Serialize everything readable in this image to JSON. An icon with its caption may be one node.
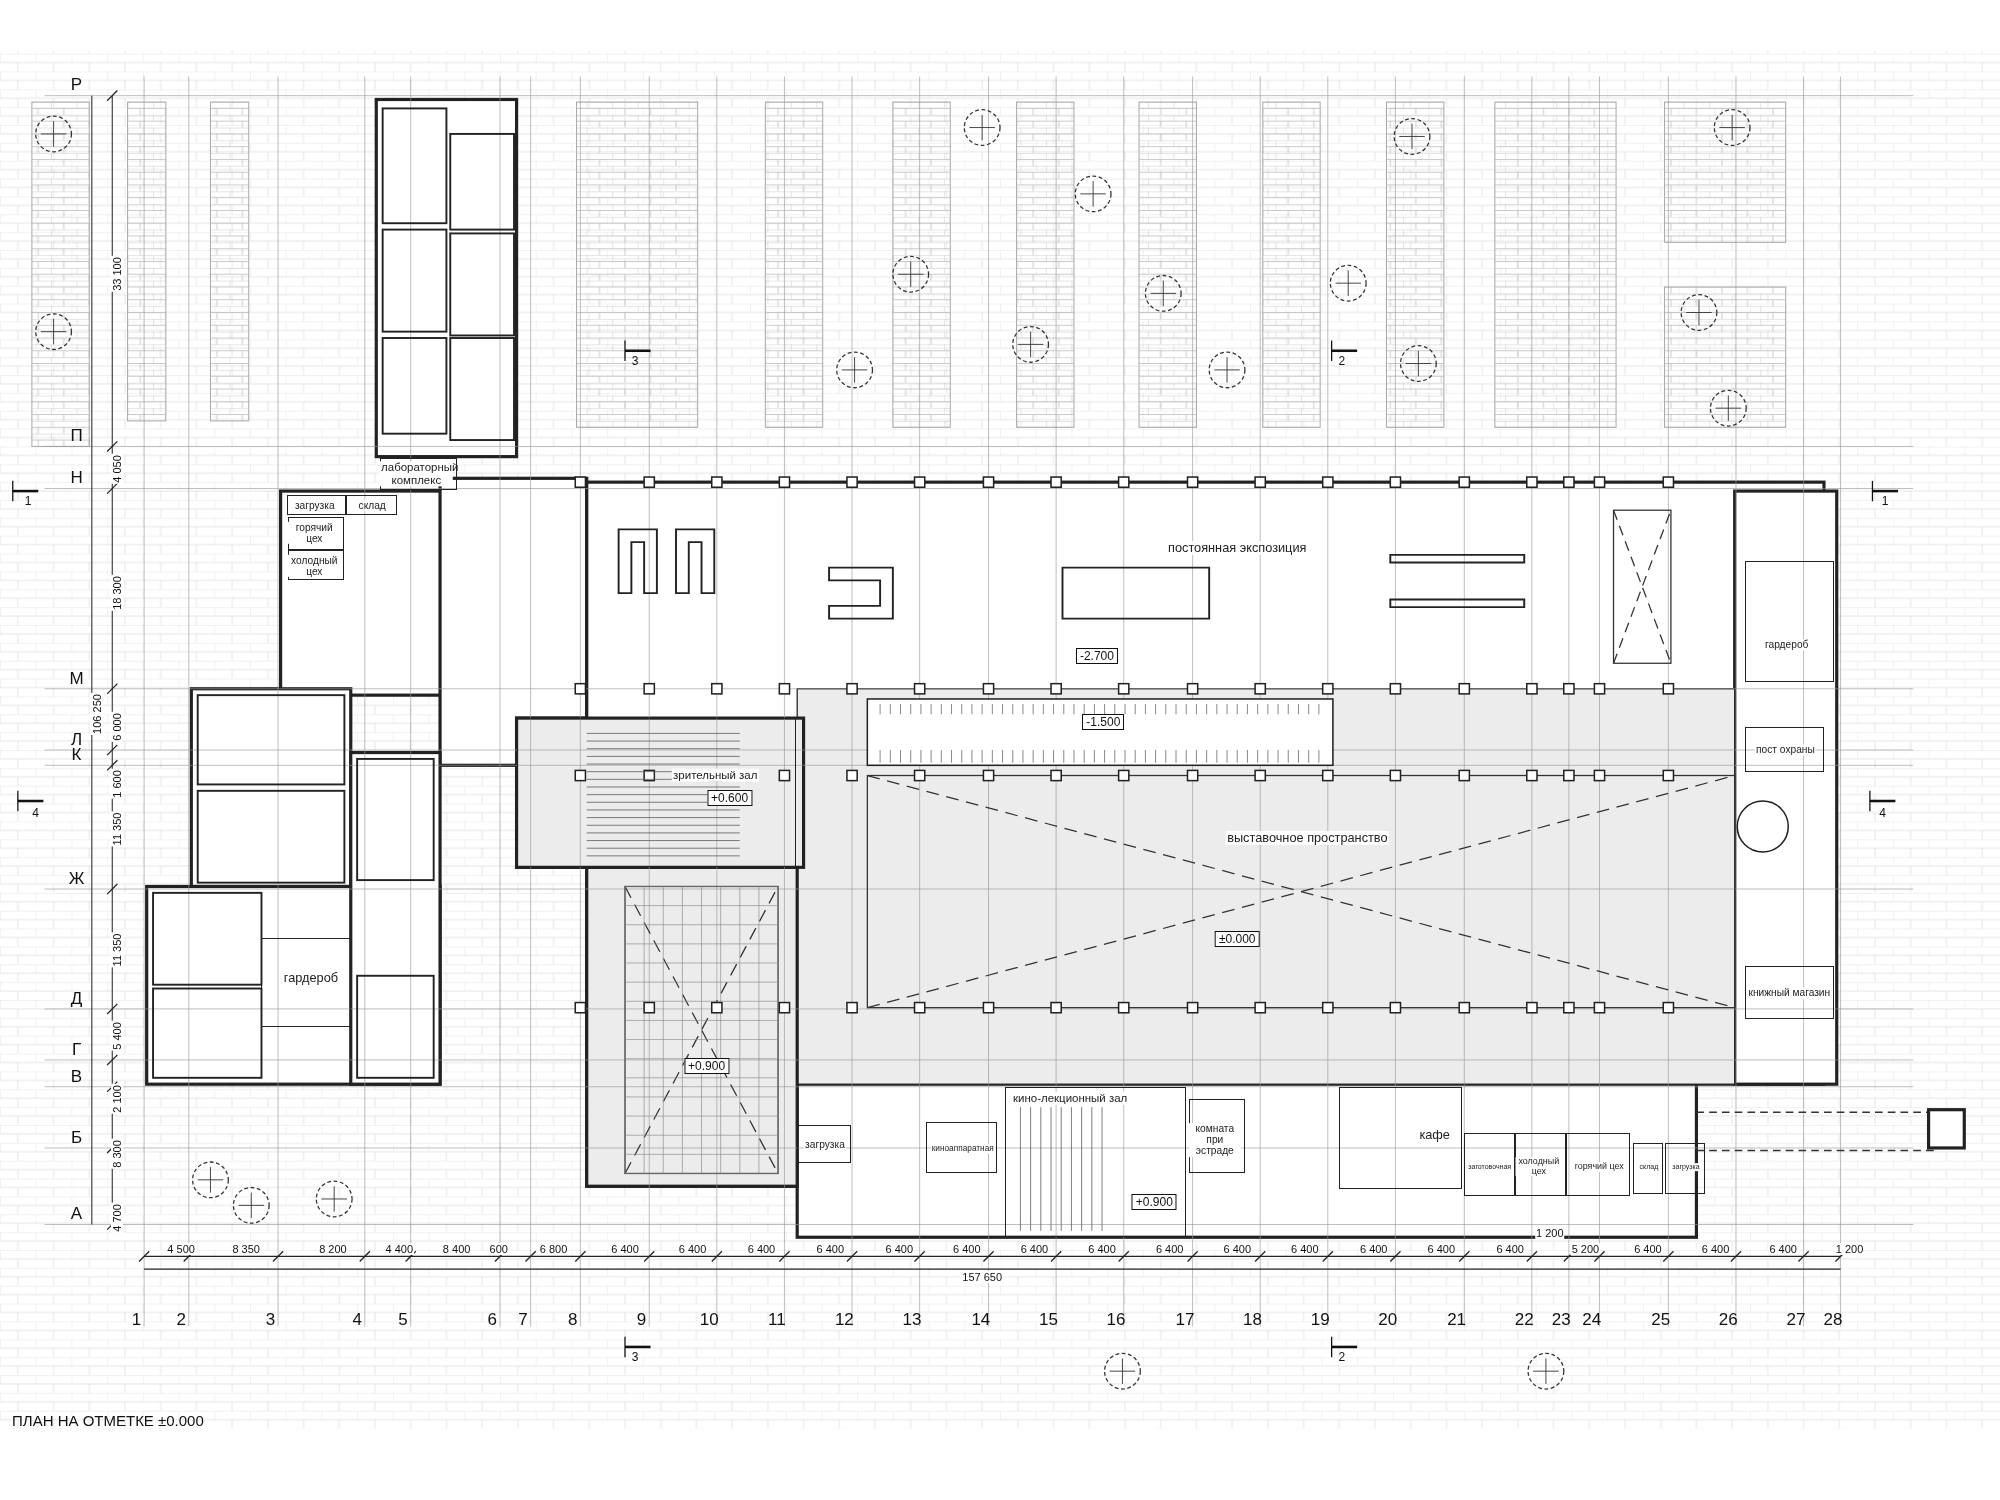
{
  "diagram": {
    "title": "ПЛАН НА ОТМЕТКЕ ±0.000",
    "nodes": [
      {
        "text": [
          "лабораторный комплекс"
        ]
      },
      {
        "text": [
          "загрузка"
        ]
      },
      {
        "text": [
          "склад"
        ]
      },
      {
        "text": [
          "горячий цех"
        ]
      },
      {
        "text": [
          "холодный цех"
        ]
      },
      {
        "text": [
          "гардероб"
        ]
      },
      {
        "text": [
          "постоянная экспозиция"
        ]
      },
      {
        "text": [
          "зрительный зал"
        ]
      },
      {
        "text": [
          "выставочное пространство"
        ]
      },
      {
        "text": [
          "кино-лекционный зал"
        ]
      },
      {
        "text": [
          "киноаппаратная"
        ]
      },
      {
        "text": [
          "комната при эстраде"
        ]
      },
      {
        "text": [
          "кафе"
        ]
      },
      {
        "text": [
          "заготовочная"
        ]
      },
      {
        "text": [
          "холодный цех"
        ]
      },
      {
        "text": [
          "горячий цех"
        ]
      },
      {
        "text": [
          "склад"
        ]
      },
      {
        "text": [
          "загрузка"
        ]
      },
      {
        "text": [
          "загрузка"
        ]
      },
      {
        "text": [
          "гардероб"
        ]
      },
      {
        "text": [
          "пост охраны"
        ]
      },
      {
        "text": [
          "книжный магазин"
        ]
      }
    ],
    "labels": [
      "Р",
      "П",
      "Н",
      "М",
      "Л",
      "К",
      "Ж",
      "Д",
      "Г",
      "В",
      "Б",
      "А",
      "33 100",
      "4 050",
      "18 300",
      "106 250",
      "6 000",
      "1 600",
      "11 350",
      "11 350",
      "5 400",
      "2 100",
      "8 300",
      "4 700",
      "4 500",
      "8 350",
      "8 200",
      "4 400",
      "8 400",
      "600",
      "6 800",
      "6 400",
      "6 400",
      "6 400",
      "6 400",
      "6 400",
      "6 400",
      "6 400",
      "6 400",
      "6 400",
      "6 400",
      "6 400",
      "6 400",
      "6 400",
      "6 400",
      "1 200",
      "5 200",
      "6 400",
      "6 400",
      "6 400",
      "1 200",
      "157 650",
      "1",
      "2",
      "3",
      "4",
      "5",
      "6",
      "7",
      "8",
      "9",
      "10",
      "11",
      "12",
      "13",
      "14",
      "15",
      "16",
      "17",
      "18",
      "19",
      "20",
      "21",
      "22",
      "23",
      "24",
      "25",
      "26",
      "27",
      "28",
      "3",
      "2",
      "1",
      "1",
      "4",
      "4",
      "3",
      "2",
      "-2.700",
      "-1.500",
      "+0.600",
      "±0.000",
      "+0.900",
      "+0.900"
    ]
  }
}
